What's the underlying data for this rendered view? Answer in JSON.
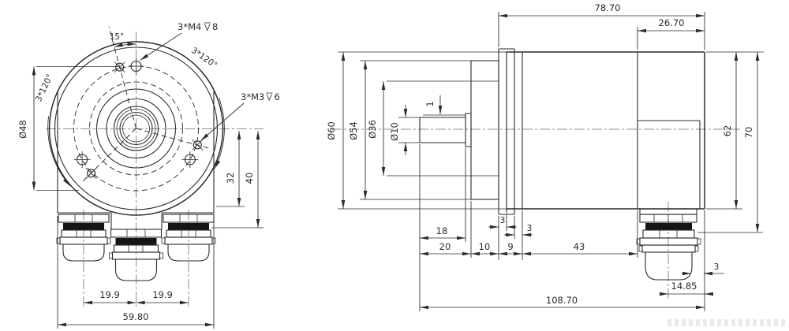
{
  "front": {
    "dia48": "Ø48",
    "angle15": "15°",
    "arc120_top": "3*120°",
    "arc120_left": "3*120°",
    "m4": "3*M4",
    "m4_depth": "8",
    "m3": "3*M3",
    "m3_depth": "6",
    "h32": "32",
    "h40": "40",
    "pitch_left": "19.9",
    "pitch_right": "19.9",
    "width": "59.80"
  },
  "side": {
    "length_top": "78.70",
    "length_rear": "26.70",
    "dia60": "Ø60",
    "dia54": "Ø54",
    "dia36": "Ø36",
    "dia10": "Ø10",
    "step1": "1",
    "h62": "62",
    "h70": "70",
    "t3_left": "3",
    "t3_mid": "3",
    "l18": "18",
    "l20": "20",
    "l10": "10",
    "l9": "9",
    "l43": "43",
    "r3": "3",
    "gland_offset": "14.85",
    "length_total": "108.70"
  },
  "colors": {
    "line": "#2b2b2b",
    "centerline": "#6a6a6a",
    "background": "#ffffff"
  }
}
